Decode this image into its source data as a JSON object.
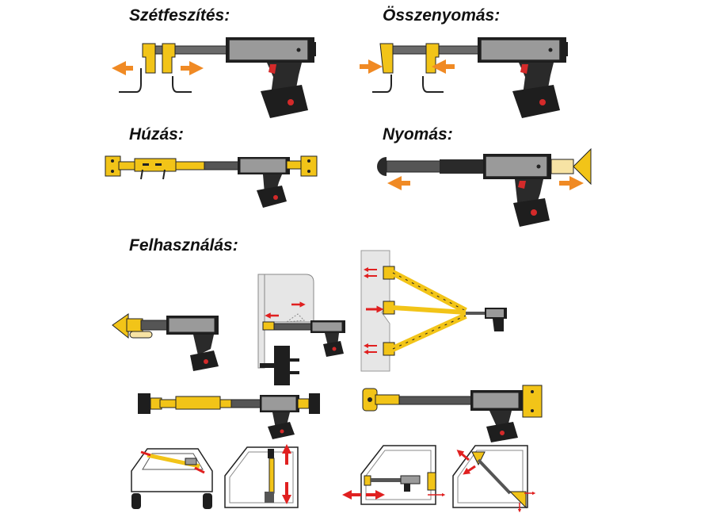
{
  "headings": {
    "spreading": "Szétfeszítés:",
    "compression": "Összenyomás:",
    "pulling": "Húzás:",
    "pushing": "Nyomás:",
    "usage": "Felhasználás:"
  },
  "colors": {
    "tool_body": "#8a8a8a",
    "tool_dark": "#2a2a2a",
    "jaw_yellow": "#f2c418",
    "arrow_orange": "#f08a24",
    "arrow_red": "#e02020",
    "trigger_red": "#d42a2a",
    "panel_gray": "#e6e6e6"
  },
  "icons": [
    "spreading-tool-illustration",
    "compression-tool-illustration",
    "pulling-tool-illustration",
    "pushing-tool-illustration",
    "usage-examples-illustration"
  ]
}
